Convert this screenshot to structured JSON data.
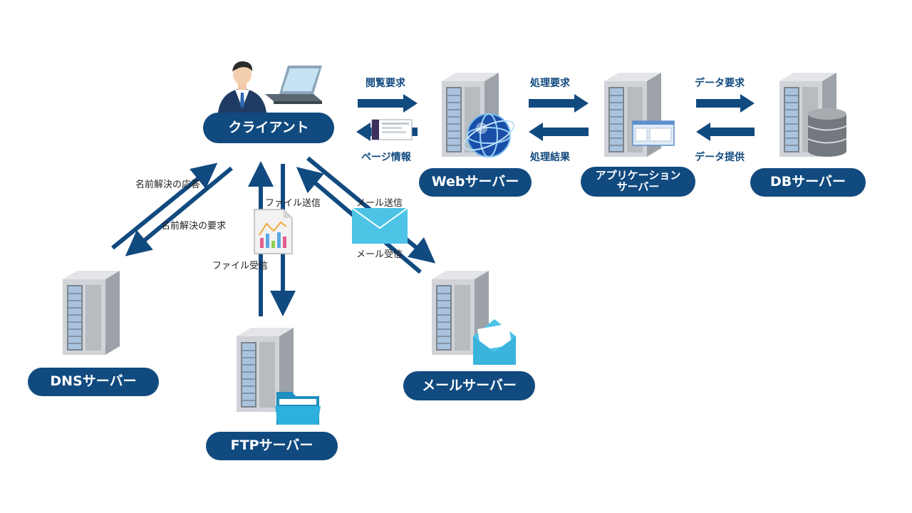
{
  "nodes": {
    "client": "クライアント",
    "web": "Webサーバー",
    "app_line1": "アプリケーション",
    "app_line2": "サーバー",
    "db": "DBサーバー",
    "dns": "DNSサーバー",
    "ftp": "FTPサーバー",
    "mail": "メールサーバー"
  },
  "edges": {
    "browse_request": "閲覧要求",
    "page_info": "ページ情報",
    "process_request": "処理要求",
    "process_result": "処理結果",
    "data_request": "データ要求",
    "data_provide": "データ提供",
    "dns_answer": "名前解決の応答",
    "dns_request": "名前解決の要求",
    "file_send": "ファイル送信",
    "file_receive": "ファイル受信",
    "mail_send": "メール送信",
    "mail_receive": "メール受信"
  },
  "colors": {
    "primary": "#114a7f",
    "server_body": "#c9ccd0",
    "server_dark": "#8e9499",
    "accent_cyan": "#4dc3e6"
  }
}
